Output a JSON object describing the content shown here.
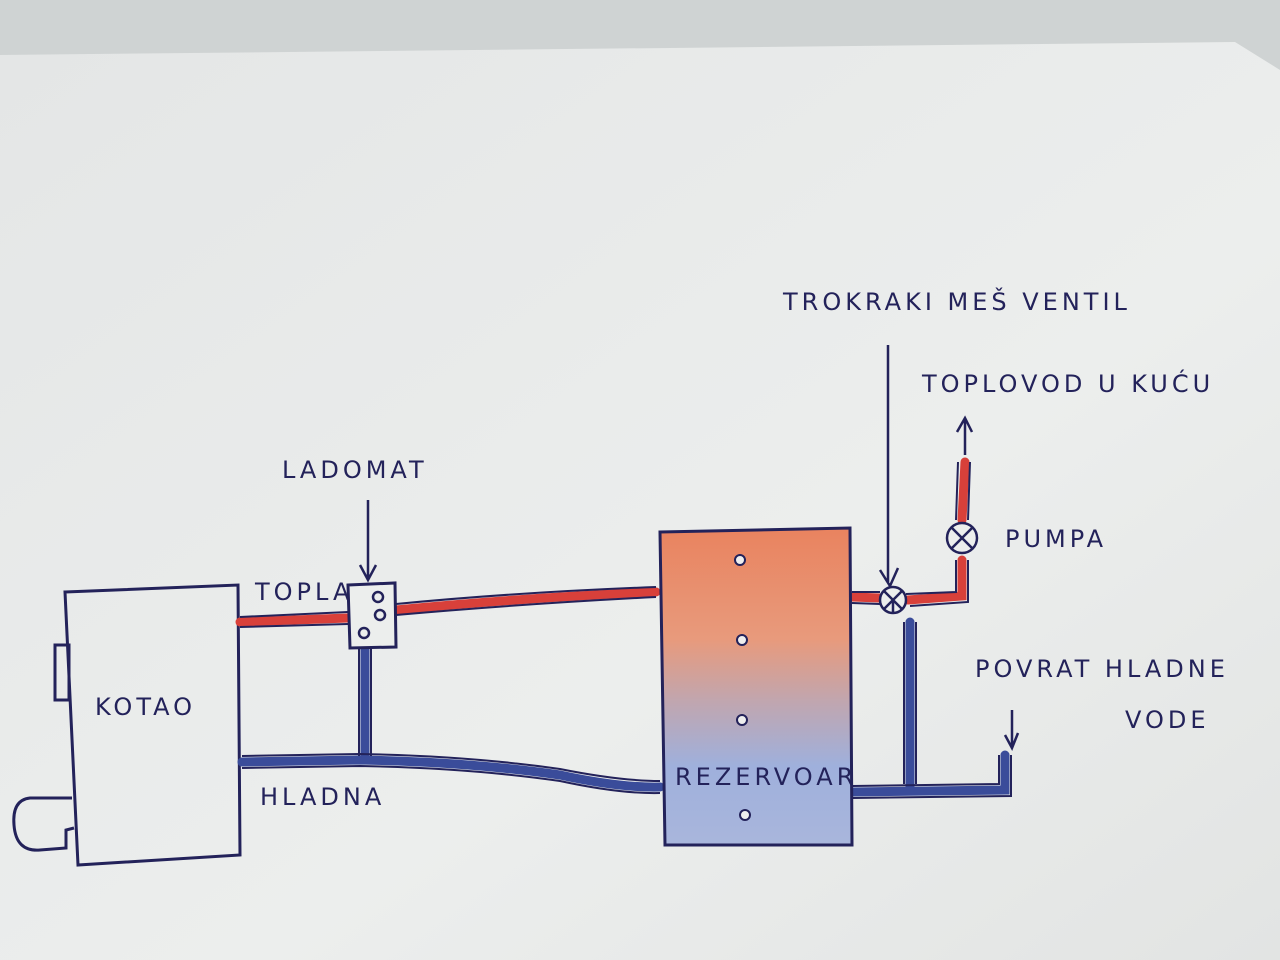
{
  "labels": {
    "valve": "TROKRAKI MEŠ VENTIL",
    "house_supply": "TOPLOVOD U KUĆU",
    "pump": "PUMPA",
    "ladomat": "LADOMAT",
    "hot": "TOPLA",
    "boiler": "KOTAO",
    "cold": "HLADNA",
    "tank": "REZERVOAR",
    "return_line1": "POVRAT HLADNE",
    "return_line2": "VODE"
  },
  "colors": {
    "ink": "#23225a",
    "hot_pipe": "#d8403a",
    "cold_pipe": "#3a4c9a",
    "tank_hot": "#e87a55",
    "tank_cold": "#8aa0d8",
    "paper": "#e9ebea"
  }
}
